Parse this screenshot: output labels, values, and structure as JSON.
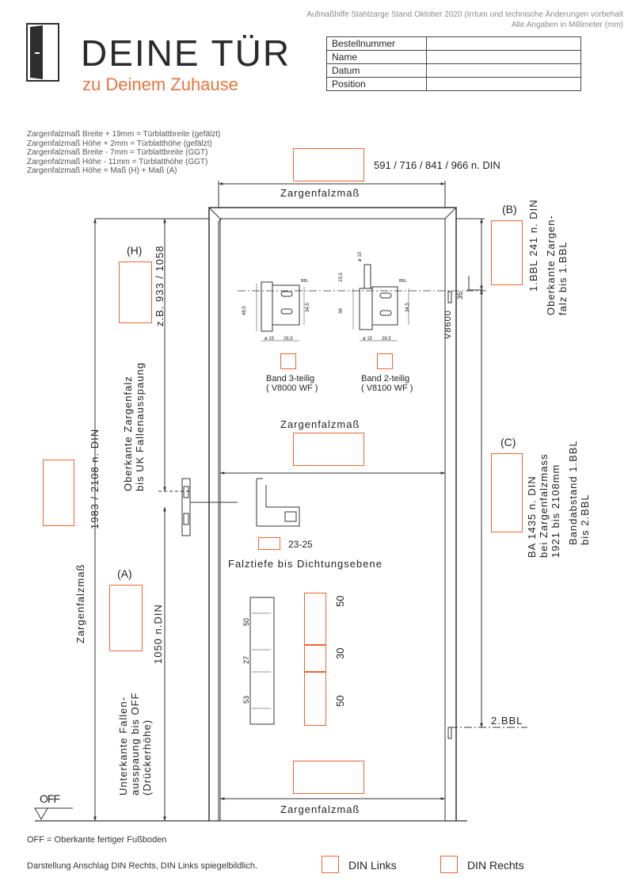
{
  "notes": {
    "line1": "Aufmaßhilfe Stahlzarge Stand Oktober 2020 (Irrtum und technische Änderungen vorbehalt",
    "line2": "Alle Angaben in Millimeter (mm)"
  },
  "brand": {
    "name": "DEINE TÜR",
    "tagline": "zu Deinem Zuhause"
  },
  "order_form": {
    "fields": [
      {
        "label": "Bestellnummer",
        "value": ""
      },
      {
        "label": "Name",
        "value": ""
      },
      {
        "label": "Datum",
        "value": ""
      },
      {
        "label": "Position",
        "value": ""
      }
    ]
  },
  "formulas": [
    "Zargenfalzmaß Breite + 19mm = Türblattbreite (gefälzt)",
    "Zargenfalzmaß Höhe + 2mm = Türblatthöhe (gefälzt)",
    "Zargenfalzmaß Breite - 7mm = Türblattbreite (GGT)",
    "Zargenfalzmaß Höhe - 11mm = Türblatthöhe (GGT)",
    "Zargenfalzmaß Höhe = Maß (H) + Maß (A)"
  ],
  "drawing": {
    "width_hint": "591 / 716 / 841 / 966 n. DIN",
    "zargenfalzmass": "Zargenfalzmaß",
    "height_din": "1983 / 2108 n. DIN",
    "h_label": "(H)",
    "h_example": "z.B. 933 / 1058",
    "h_desc_1": "Oberkante Zargenfalz",
    "h_desc_2": "bis UK Fallenausspaung",
    "a_label": "(A)",
    "a_din": "1050 n.DIN",
    "a_desc_1": "Unterkante Fallen-",
    "a_desc_2": "ausspaung bis OFF",
    "a_desc_3": "(Drückerhöhe)",
    "b_label": "(B)",
    "b_desc_1": "1.BBL 241 n. DIN",
    "b_desc_2": "Oberkante Zargen-",
    "b_desc_3": "falz bis 1.BBL",
    "b_35": "35",
    "c_label": "(C)",
    "c_desc_1": "BA 1435 n. DIN",
    "c_desc_2": "bei Zargenfalzmass",
    "c_desc_3": "1921 bis 2108mm",
    "c_desc_4": "Bandabstand 1.BBL",
    "c_desc_5": "bis 2.BBL",
    "v8600": "V8600",
    "bbl2": "2.BBL",
    "off": "OFF",
    "falztiefe": "Falztiefe bis Dichtungsebene",
    "falztiefe_range": "23-25",
    "hinge1_1": "Band 3-teilig",
    "hinge1_2": "( V8000 WF )",
    "hinge2_1": "Band 2-teilig",
    "hinge2_2": "( V8100 WF )",
    "h1_d": "ø 15",
    "h1_w": "26,5",
    "h1_h": "48,5",
    "h1_h2": "34,5",
    "h1_bbl": "BBL",
    "h2_top": "ø 10",
    "h2_h1": "23,5",
    "h2_h2": "38",
    "h2_h3": "34,5",
    "h2_d": "ø 15",
    "h2_w": "26,5",
    "h2_bbl": "BBL",
    "lock_50a": "50",
    "lock_27": "27",
    "lock_53": "53",
    "lock_r50a": "50",
    "lock_r30": "30",
    "lock_r50b": "50"
  },
  "footer": {
    "off_def": "OFF = Oberkante fertiger Fußboden",
    "anschlag": "Darstellung Anschlag DIN Rechts, DIN Links spiegelbildlich.",
    "din_links": "DIN Links",
    "din_rechts": "DIN Rechts"
  },
  "colors": {
    "accent": "#ef6530",
    "brand_orange": "#e8743b"
  }
}
